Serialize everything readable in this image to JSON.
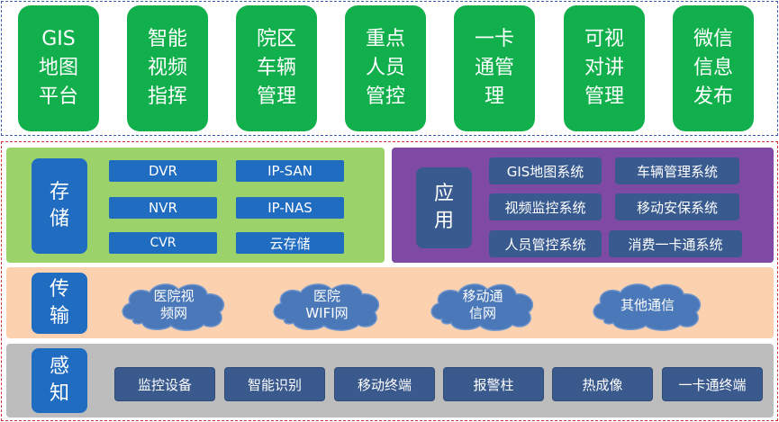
{
  "top_row": [
    {
      "label": "GIS\n地图\n平台"
    },
    {
      "label": "智能\n视频\n指挥"
    },
    {
      "label": "院区\n车辆\n管理"
    },
    {
      "label": "重点\n人员\n管控"
    },
    {
      "label": "一卡\n通管\n理"
    },
    {
      "label": "可视\n对讲\n管理"
    },
    {
      "label": "微信\n信息\n发布"
    }
  ],
  "storage": {
    "title": "存\n储",
    "items": [
      "DVR",
      "IP-SAN",
      "NVR",
      "IP-NAS",
      "CVR",
      "云存储"
    ]
  },
  "application": {
    "title": "应\n用",
    "items": [
      "GIS地图系统",
      "车辆管理系统",
      "视频监控系统",
      "移动安保系统",
      "人员管控系统",
      "消费一卡通系统"
    ]
  },
  "transmission": {
    "title": "传\n输",
    "items": [
      "医院视\n频网",
      "医院\nWIFI网",
      "移动通\n信网",
      "其他通信"
    ]
  },
  "perception": {
    "title": "感\n知",
    "items": [
      "监控设备",
      "智能识别",
      "移动终端",
      "报警柱",
      "热成像",
      "一卡通终端"
    ]
  },
  "colors": {
    "top_tile": "#11b04c",
    "storage_bg": "#9bd26a",
    "application_bg": "#7e4aa3",
    "transmission_bg": "#fbd1b0",
    "perception_bg": "#bdbdbd",
    "label_blue": "#1f6cc0",
    "chip_slate": "#385a8f",
    "cloud": "#4a78b8"
  }
}
